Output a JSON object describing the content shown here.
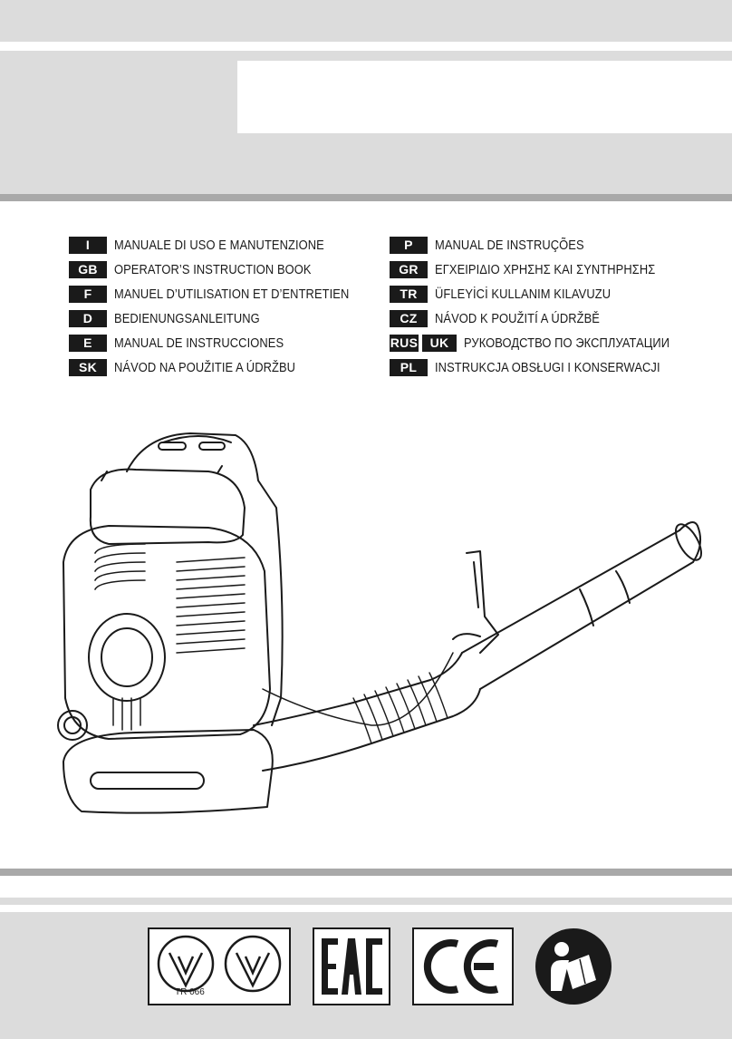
{
  "languages": {
    "left": [
      {
        "code": "I",
        "text": "MANUALE DI USO E MANUTENZIONE"
      },
      {
        "code": "GB",
        "text": "OPERATOR’S INSTRUCTION BOOK"
      },
      {
        "code": "F",
        "text": "MANUEL D’UTILISATION ET D’ENTRETIEN"
      },
      {
        "code": "D",
        "text": "BEDIENUNGSANLEITUNG"
      },
      {
        "code": "E",
        "text": "MANUAL DE INSTRUCCIONES"
      },
      {
        "code": "SK",
        "text": "NÁVOD NA POUŽITIE A ÚDRŽBU"
      }
    ],
    "right": [
      {
        "code": "P",
        "text": "MANUAL DE INSTRUÇÕES"
      },
      {
        "code": "GR",
        "text": "ΕΓΧΕΙΡΙΔΙΟ ΧΡΗΣΗΣ ΚΑΙ ΣΥΝΤΗΡΗΣΗΣ"
      },
      {
        "code": "TR",
        "text": "ÜFLEYİCİ KULLANIM KILAVUZU"
      },
      {
        "code": "CZ",
        "text": "NÁVOD K POUŽITÍ A ÚDRŽBĚ"
      },
      {
        "code": "RUS",
        "code2": "UK",
        "text": "РУКОВОДСТВО ПО ЭКСПЛУАТАЦИИ"
      },
      {
        "code": "PL",
        "text": "INSTRUKCJA OBSŁUGI I KONSERWACJI"
      }
    ]
  },
  "certification": {
    "tr_code": "TR 066",
    "eac_mark": "EAC",
    "ce_mark": "CE"
  },
  "icons": [
    "tr-conformity-mark-icon",
    "eac-mark-icon",
    "ce-mark-icon",
    "read-manual-icon"
  ],
  "colors": {
    "band": "#dcdcdc",
    "line": "#a9a9a9",
    "ink": "#1a1a1a"
  }
}
